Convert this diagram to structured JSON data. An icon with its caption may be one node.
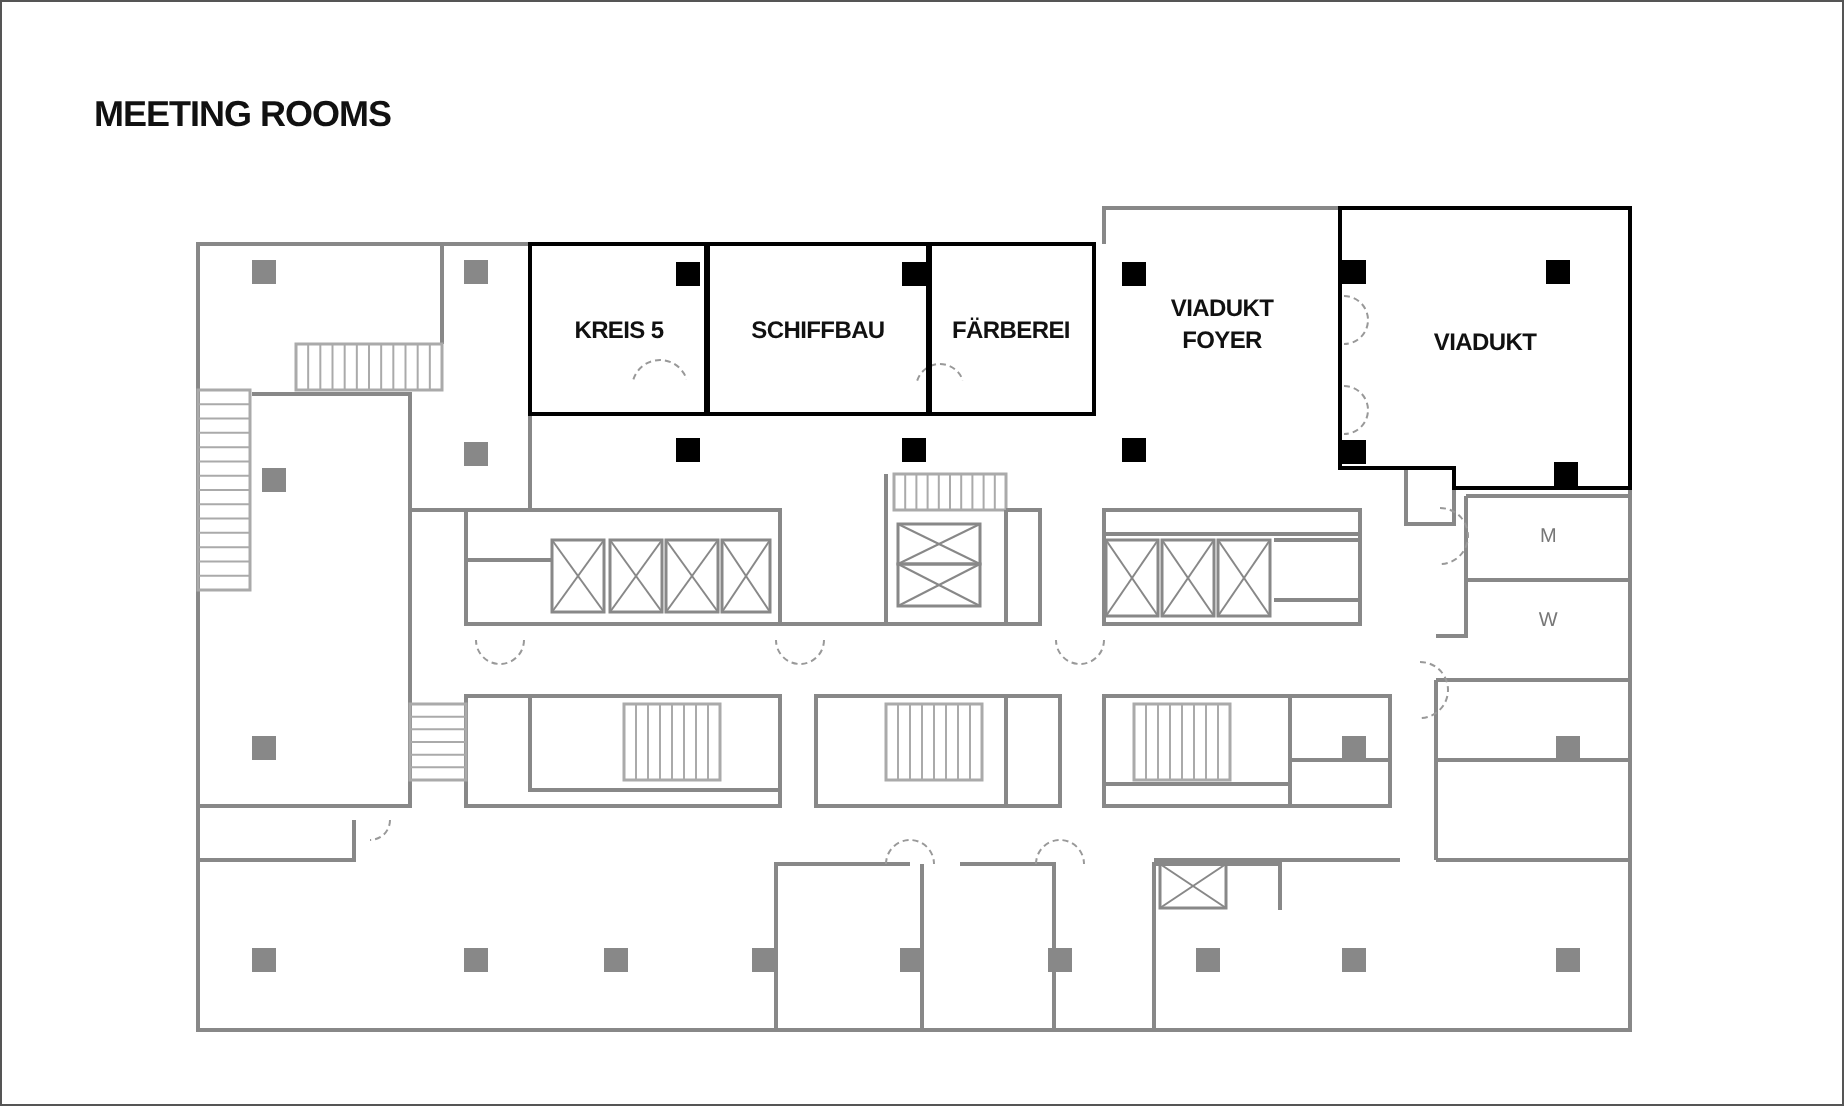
{
  "diagram": {
    "title": "MEETING ROOMS",
    "nodes": [
      {
        "text": [
          "KREIS 5"
        ]
      },
      {
        "text": [
          "SCHIFFBAU"
        ]
      },
      {
        "text": [
          "FÄRBEREI"
        ]
      },
      {
        "text": [
          "VIADUKT FOYER"
        ]
      },
      {
        "text": [
          "VIADUKT"
        ]
      },
      {
        "text": [
          "M"
        ]
      },
      {
        "text": [
          "W"
        ]
      }
    ]
  }
}
